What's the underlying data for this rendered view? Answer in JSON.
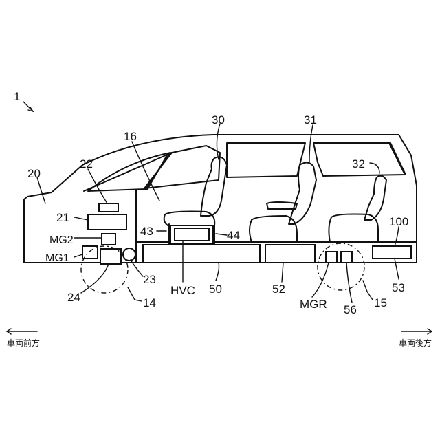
{
  "labels": {
    "vehicle": "1",
    "front_compartment": "20",
    "cabin": "16",
    "seat_front": "30",
    "seat_middle": "31",
    "seat_rear": "32",
    "unit_22": "22",
    "unit_21": "21",
    "mg2": "MG2",
    "mg1": "MG1",
    "unit_23": "23",
    "unit_24": "24",
    "wheel_front": "14",
    "unit_43": "43",
    "unit_44": "44",
    "hvc": "HVC",
    "battery_50": "50",
    "battery_52": "52",
    "mgr": "MGR",
    "unit_56": "56",
    "wheel_rear": "15",
    "unit_100": "100",
    "unit_53": "53"
  },
  "directions": {
    "front": "車両前方",
    "rear": "車両後方"
  }
}
